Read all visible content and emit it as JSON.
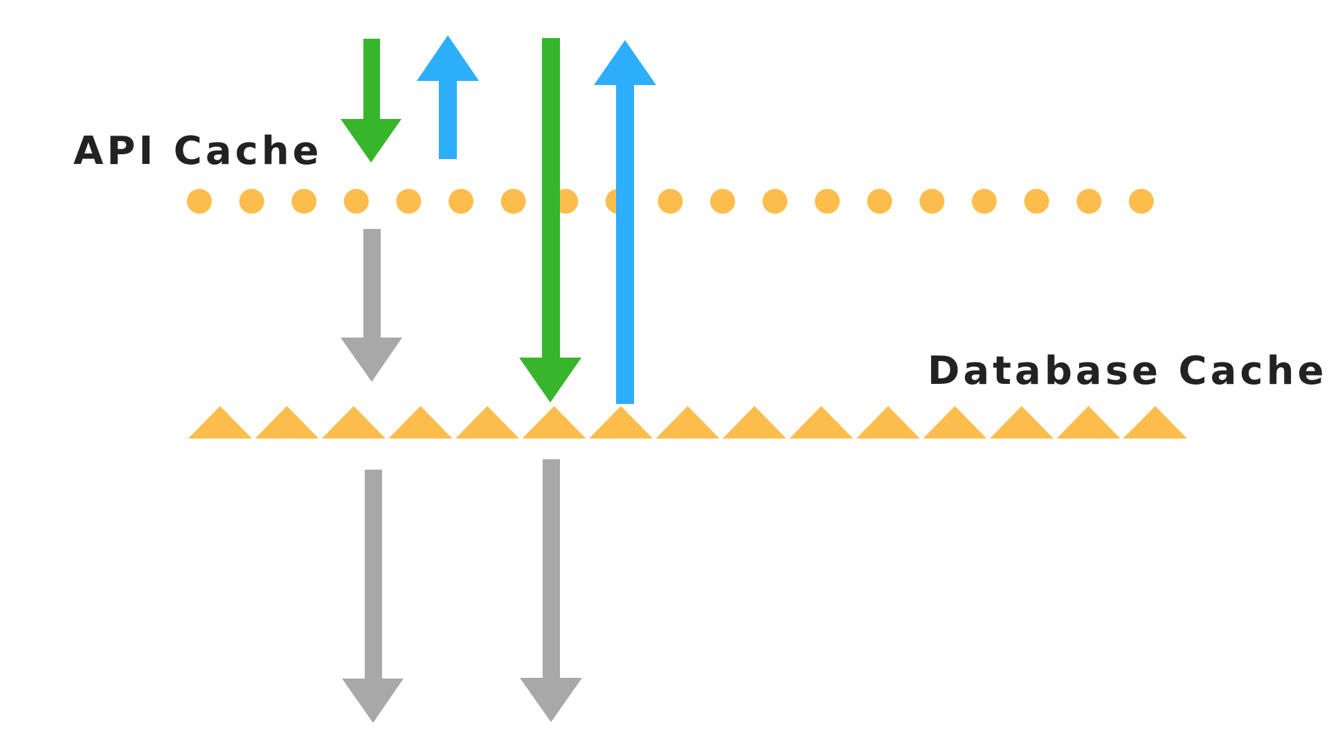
{
  "colors": {
    "background": "#ffffff",
    "request_arrow": "#37b52b",
    "response_arrow": "#2daefb",
    "passthrough_arrow": "#a8a8a8",
    "cache_layer_marker": "#fdbd4c",
    "label_text": "#222222"
  },
  "labels": {
    "api_cache": "API Cache",
    "database_cache": "Database Cache"
  },
  "legend_shapes": {
    "api_cache_layer": "dots",
    "database_cache_layer": "triangles"
  }
}
